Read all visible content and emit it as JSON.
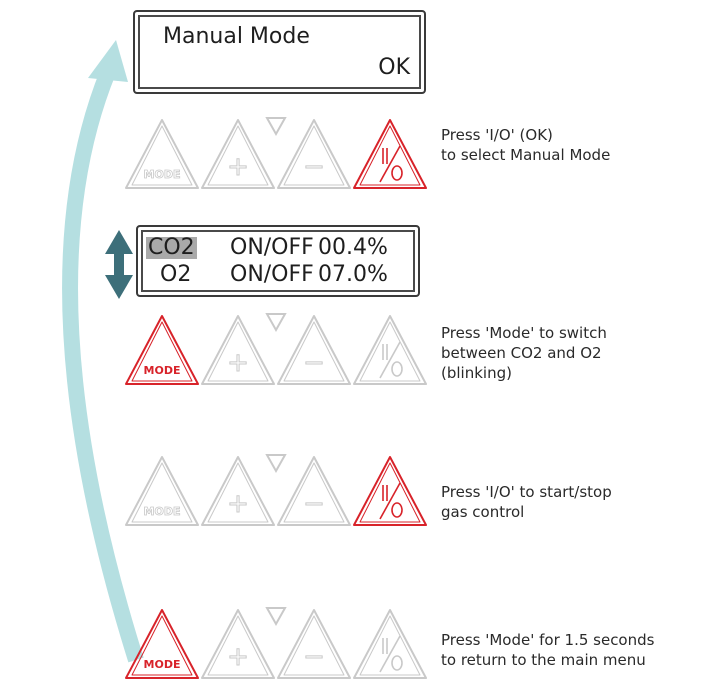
{
  "screen1": {
    "line1": "Manual Mode",
    "line2": "OK"
  },
  "screen2": {
    "row1": {
      "gas": "CO2",
      "label": "ON/OFF",
      "value": "00.4%"
    },
    "row2": {
      "gas": "O2",
      "label": "ON/OFF",
      "value": "07.0%"
    }
  },
  "buttons": {
    "mode_label": "MODE",
    "plus_symbol": "+",
    "minus_symbol": "−",
    "io_symbol": "I/O"
  },
  "steps": [
    {
      "active_button": "io",
      "lines": [
        "Press 'I/O' (OK)",
        "to select Manual Mode"
      ]
    },
    {
      "active_button": "mode",
      "lines": [
        "Press 'Mode' to switch",
        "between CO2 and O2",
        "(blinking)"
      ]
    },
    {
      "active_button": "io",
      "lines": [
        "Press 'I/O' to start/stop",
        "gas control"
      ]
    },
    {
      "active_button": "mode",
      "lines": [
        "Press 'Mode' for 1.5 seconds",
        "to return to the main menu"
      ]
    }
  ],
  "colors": {
    "active": "#d8232a",
    "inactive": "#c9c9c9",
    "return_arrow": "#b5dfe1",
    "updown_arrow": "#3d6f7a",
    "highlight": "#a9a9a9"
  },
  "icons": {
    "return_arrow": "curved-return-arrow-icon",
    "updown_arrow": "up-down-arrow-icon"
  }
}
